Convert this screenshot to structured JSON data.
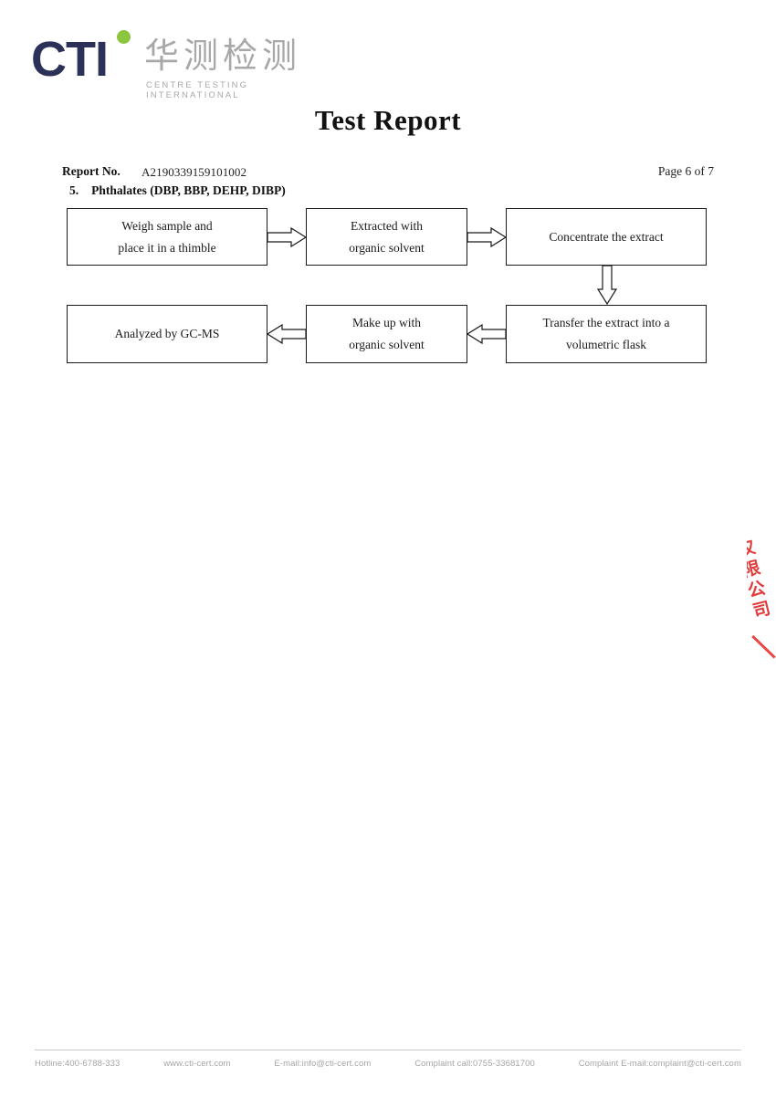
{
  "logo": {
    "acronym": "CTI",
    "chinese_name": "华测检测",
    "tagline": "CENTRE TESTING INTERNATIONAL",
    "acronym_color": "#2c3257",
    "dot_color": "#8cc63f",
    "text_color": "#a8a8a8"
  },
  "header": {
    "title": "Test Report",
    "report_no_label": "Report No.",
    "report_no_value": "A2190339159101002",
    "page_indicator": "Page 6 of 7"
  },
  "section": {
    "number": "5.",
    "title": "Phthalates (DBP, BBP, DEHP, DIBP)"
  },
  "flowchart": {
    "type": "process-flow",
    "boxes": [
      {
        "id": "box-1",
        "lines": [
          "Weigh sample and",
          "place it in a thimble"
        ]
      },
      {
        "id": "box-2",
        "lines": [
          "Extracted with",
          "organic solvent"
        ]
      },
      {
        "id": "box-3",
        "lines": [
          "Concentrate the extract"
        ]
      },
      {
        "id": "box-4",
        "lines": [
          "Transfer the extract into a",
          "volumetric flask"
        ]
      },
      {
        "id": "box-5",
        "lines": [
          "Make up with",
          "organic solvent"
        ]
      },
      {
        "id": "box-6",
        "lines": [
          "Analyzed by GC-MS"
        ]
      }
    ],
    "connectors": [
      {
        "from": "box-1",
        "to": "box-2",
        "direction": "right"
      },
      {
        "from": "box-2",
        "to": "box-3",
        "direction": "right"
      },
      {
        "from": "box-3",
        "to": "box-4",
        "direction": "down"
      },
      {
        "from": "box-4",
        "to": "box-5",
        "direction": "left"
      },
      {
        "from": "box-5",
        "to": "box-6",
        "direction": "left"
      }
    ]
  },
  "seal": {
    "text": "仅限公司",
    "color": "#e8322f"
  },
  "footer": {
    "hotline": "Hotline:400-6788-333",
    "website": "www.cti-cert.com",
    "email": "E-mail:info@cti-cert.com",
    "complaint_call": "Complaint call:0755-33681700",
    "complaint_email": "Complaint E-mail:complaint@cti-cert.com"
  }
}
